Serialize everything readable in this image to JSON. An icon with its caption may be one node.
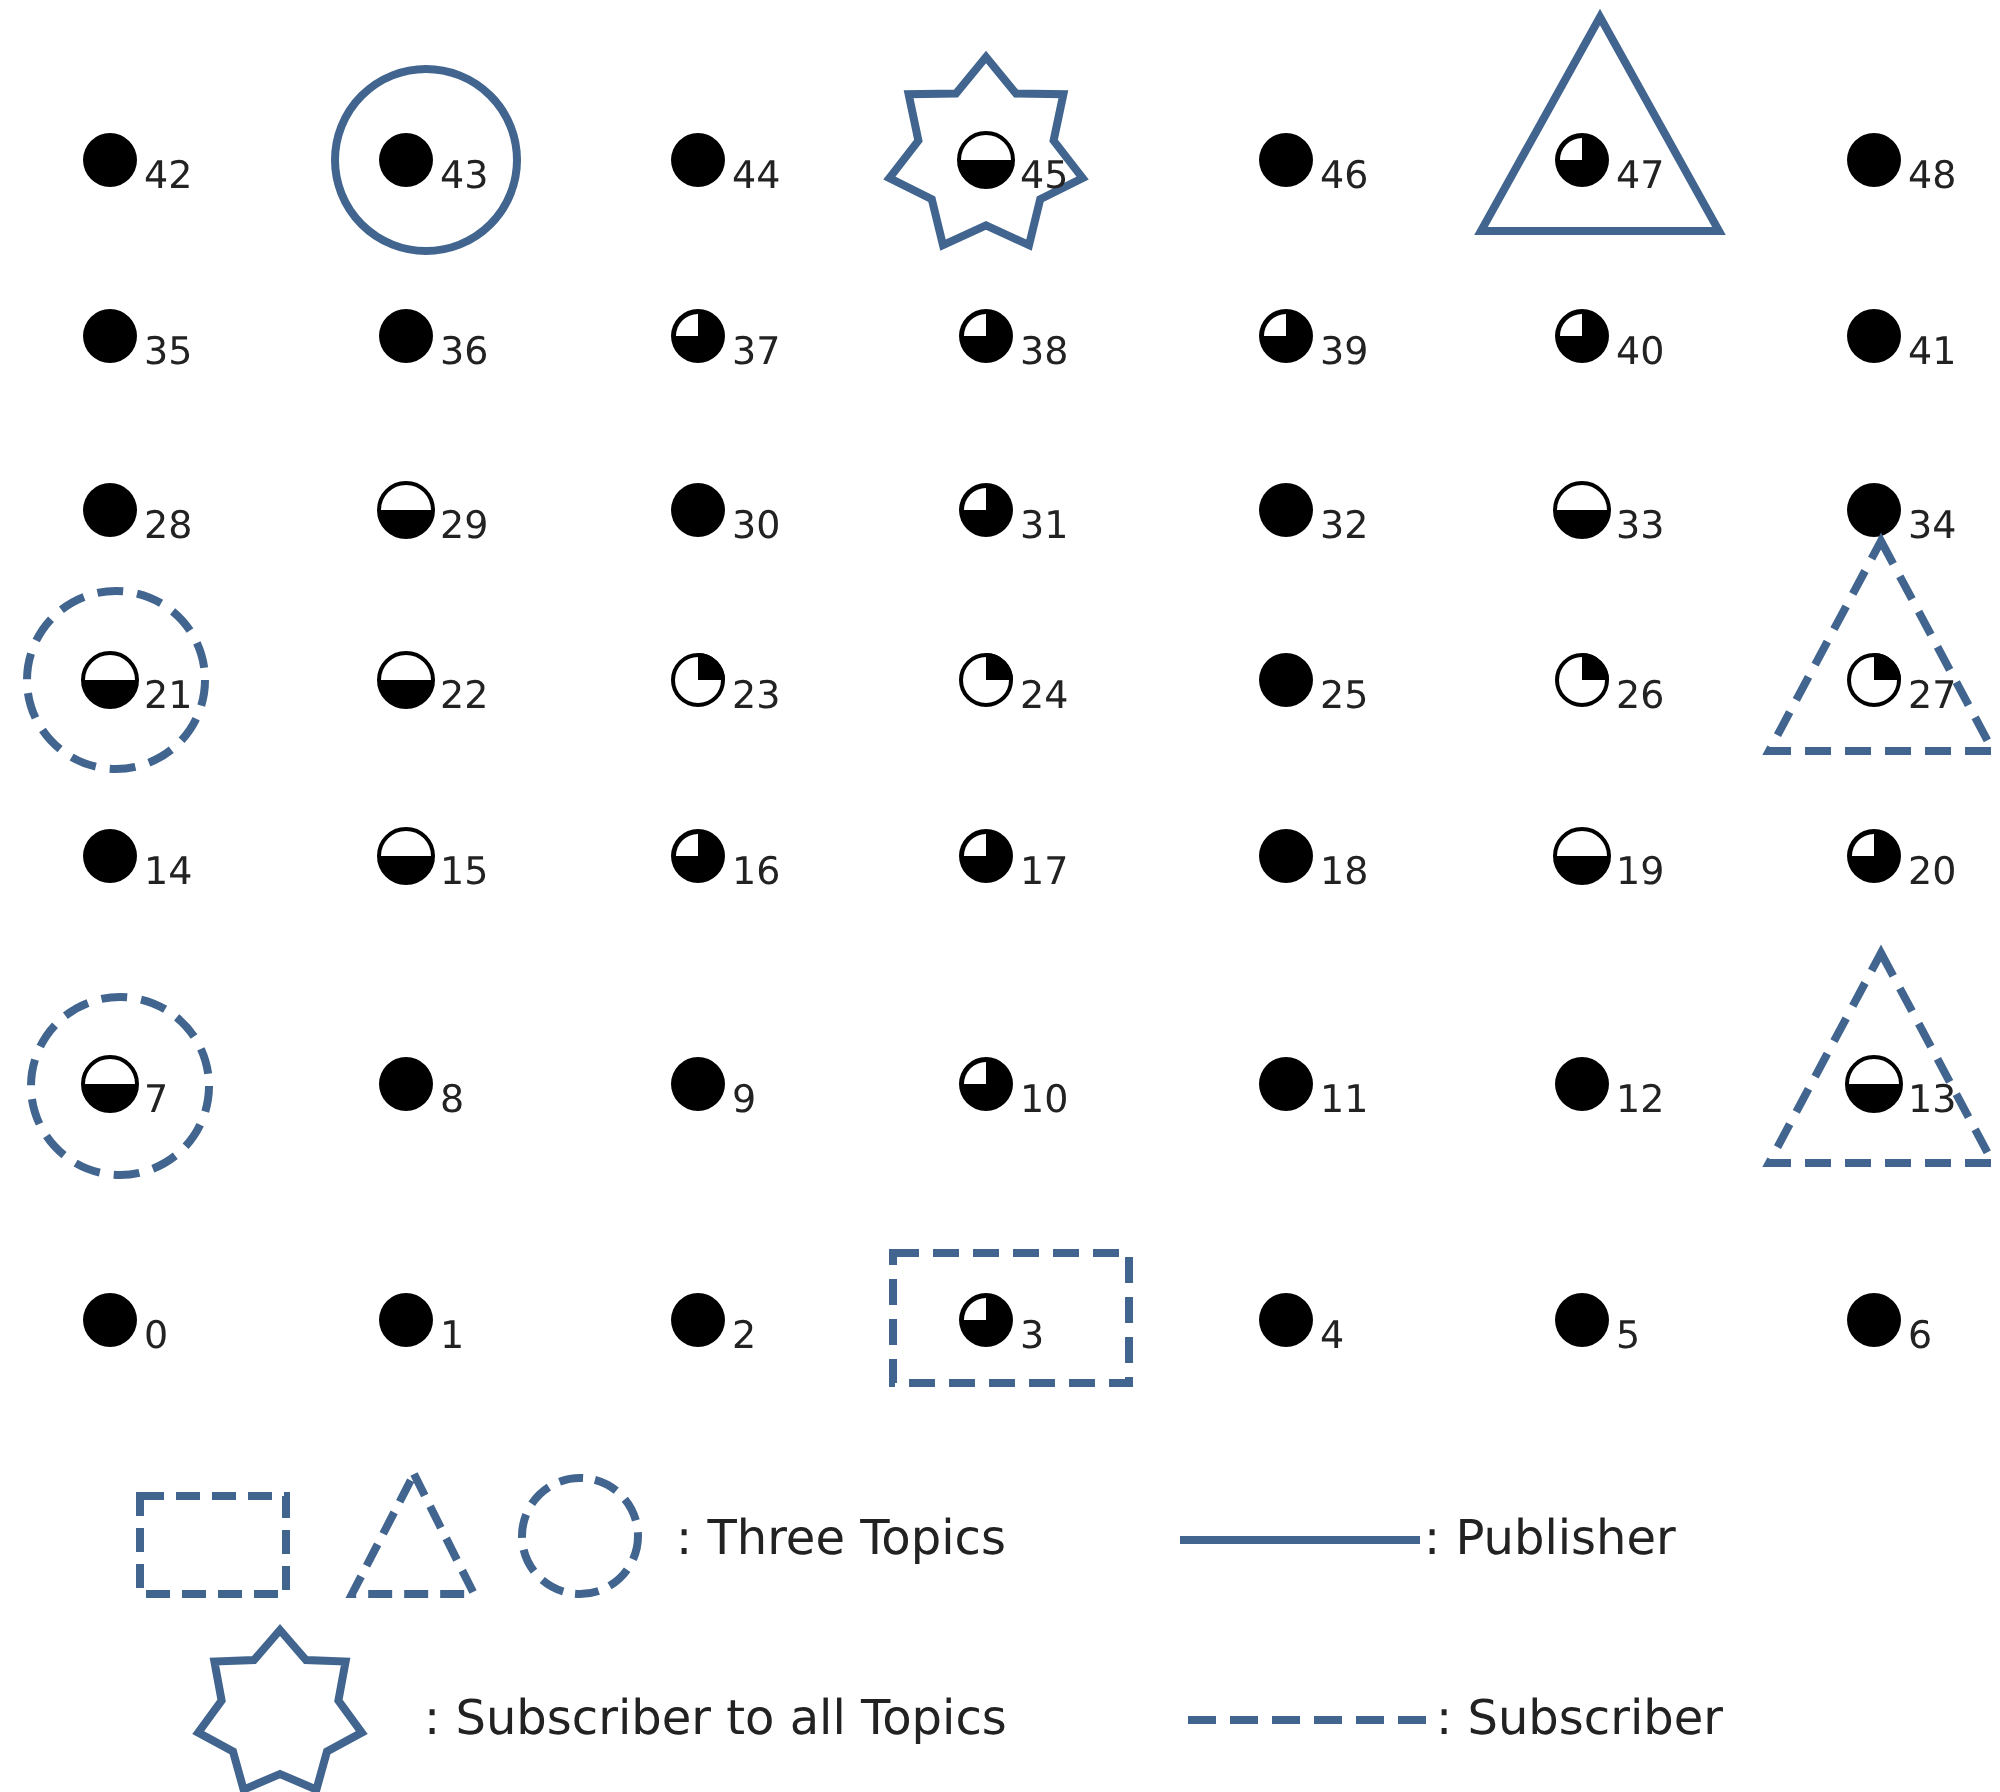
{
  "diagram": {
    "nodes": [
      {
        "text": [
          "42"
        ]
      },
      {
        "text": [],
        "shape": "circle"
      },
      {
        "text": [
          "43"
        ],
        "in": 1
      },
      {
        "text": [
          "44"
        ]
      },
      {
        "text": [],
        "shape": "star"
      },
      {
        "text": [
          "45"
        ],
        "in": 4
      },
      {
        "text": [
          "46"
        ]
      },
      {
        "text": [],
        "shape": "triangle"
      },
      {
        "text": [
          "47"
        ],
        "in": 7
      },
      {
        "text": [
          "48"
        ]
      },
      {
        "text": [
          "35"
        ]
      },
      {
        "text": [
          "36"
        ]
      },
      {
        "text": [
          "37"
        ]
      },
      {
        "text": [
          "38"
        ]
      },
      {
        "text": [
          "39"
        ]
      },
      {
        "text": [
          "40"
        ]
      },
      {
        "text": [
          "41"
        ]
      },
      {
        "text": [
          "28"
        ]
      },
      {
        "text": [
          "29"
        ]
      },
      {
        "text": [
          "30"
        ]
      },
      {
        "text": [
          "31"
        ]
      },
      {
        "text": [
          "32"
        ]
      },
      {
        "text": [
          "33"
        ]
      },
      {
        "text": [
          "34"
        ]
      },
      {
        "text": [],
        "shape": "circle"
      },
      {
        "text": [
          "21"
        ],
        "in": 24
      },
      {
        "text": [
          "22"
        ]
      },
      {
        "text": [
          "23"
        ]
      },
      {
        "text": [
          "24"
        ]
      },
      {
        "text": [
          "25"
        ]
      },
      {
        "text": [
          "26"
        ]
      },
      {
        "text": [],
        "shape": "triangle"
      },
      {
        "text": [
          "27"
        ],
        "in": 31
      },
      {
        "text": [
          "14"
        ]
      },
      {
        "text": [
          "15"
        ]
      },
      {
        "text": [
          "16"
        ]
      },
      {
        "text": [
          "17"
        ]
      },
      {
        "text": [
          "18"
        ]
      },
      {
        "text": [
          "19"
        ]
      },
      {
        "text": [
          "20"
        ]
      },
      {
        "text": [],
        "shape": "circle"
      },
      {
        "text": [
          "7"
        ],
        "in": 40
      },
      {
        "text": [
          "8"
        ]
      },
      {
        "text": [
          "9"
        ]
      },
      {
        "text": [
          "10"
        ]
      },
      {
        "text": [
          "11"
        ]
      },
      {
        "text": [
          "12"
        ]
      },
      {
        "text": [],
        "shape": "triangle"
      },
      {
        "text": [
          "13"
        ],
        "in": 47
      },
      {
        "text": [
          "0"
        ]
      },
      {
        "text": [
          "1"
        ]
      },
      {
        "text": [
          "2"
        ]
      },
      {
        "text": [],
        "shape": "box"
      },
      {
        "text": [
          "3"
        ],
        "in": 52
      },
      {
        "text": [
          "4"
        ]
      },
      {
        "text": [
          "5"
        ]
      },
      {
        "text": [
          "6"
        ]
      }
    ],
    "legend": [
      {
        "text": ": Three Topics"
      },
      {
        "text": ": Publisher"
      },
      {
        "text": ": Subscriber to all Topics"
      },
      {
        "text": ": Subscriber"
      }
    ]
  }
}
